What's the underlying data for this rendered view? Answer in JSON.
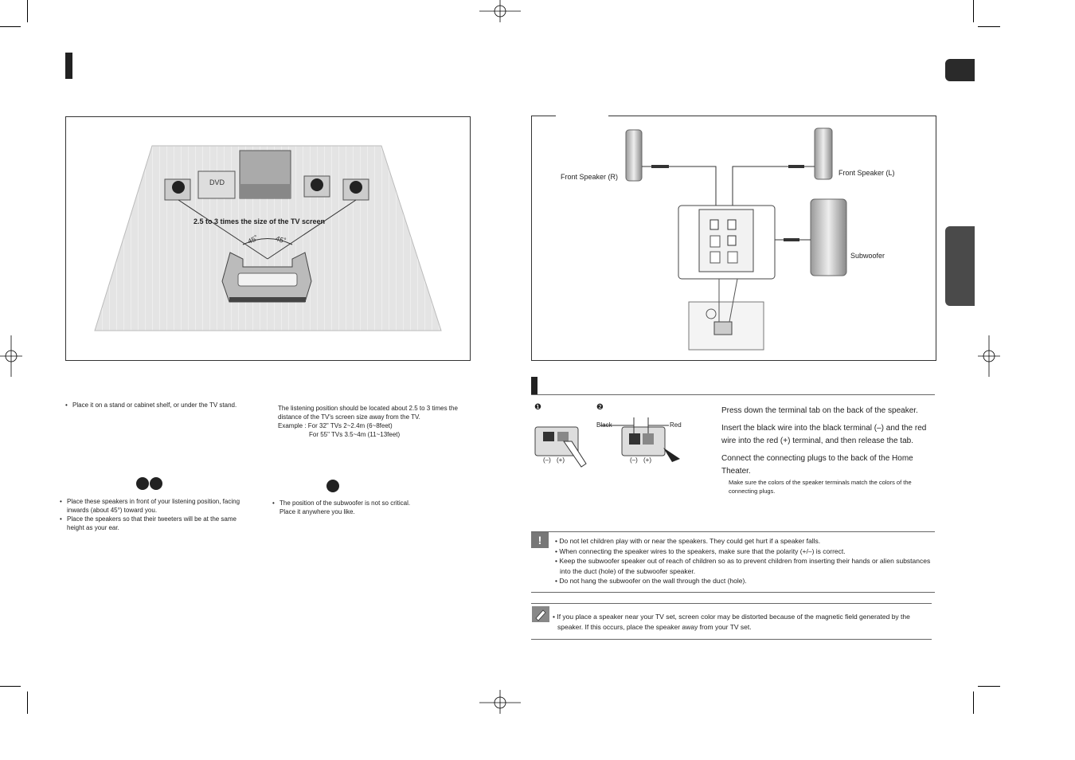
{
  "setup_diagram": {
    "dvd_label": "DVD",
    "distance_label": "2.5 to 3 times the size of the TV screen",
    "angle_left": "45˚",
    "angle_right": "45˚"
  },
  "left_bullets": {
    "main_unit": [
      "Place it on a stand or cabinet shelf, or under the TV stand."
    ],
    "listening_position": [
      "The listening position should be located about 2.5 to 3 times the",
      "distance of the TV's screen size away from the TV.",
      "Example : For 32\" TVs 2~2.4m (6~8feet)",
      "For 55\" TVs 3.5~4m (11~13feet)"
    ],
    "front_speakers": [
      "Place these speakers in front of your listening position, facing inwards (about 45°) toward you.",
      "Place the speakers so that their tweeters will be at the same height as your ear."
    ],
    "subwoofer": [
      "The position of the subwoofer is not so critical.",
      "Place it anywhere you like."
    ]
  },
  "connection_diagram": {
    "front_speaker_r": "Front Speaker (R)",
    "front_speaker_l": "Front Speaker (L)",
    "subwoofer": "Subwoofer"
  },
  "terminal_diagram": {
    "step1": "❶",
    "step2": "❷",
    "black_label": "Black",
    "red_label": "Red",
    "minus": "(–)",
    "plus": "(+)"
  },
  "instructions": {
    "step1": "Press down the terminal tab on the back of the speaker.",
    "step2": "Insert the black wire into the black terminal (–) and the red wire into the red (+) terminal, and then release the tab.",
    "step3": "Connect the connecting plugs to the back of the Home Theater.",
    "note": "Make sure the colors of the speaker terminals match the colors of the connecting plugs."
  },
  "caution": {
    "icon": "exclamation-icon",
    "items": [
      "• Do not let children play with or near the speakers. They could get hurt if a speaker falls.",
      "• When connecting the speaker wires to the speakers, make sure that the polarity (+/–) is correct.",
      "• Keep the subwoofer speaker out of reach of children so as to prevent children from inserting their hands or alien substances into the duct (hole) of the subwoofer speaker.",
      "• Do not hang the subwoofer on the wall through the duct (hole)."
    ]
  },
  "note": {
    "icon": "pencil-note-icon",
    "text": "• If you place a speaker near your TV set, screen color may be distorted because of the magnetic field generated by the speaker. If this occurs, place the speaker away from your TV set."
  },
  "colors": {
    "dark_tab": "#4a4a4a",
    "floor": "#e6e6e6"
  }
}
